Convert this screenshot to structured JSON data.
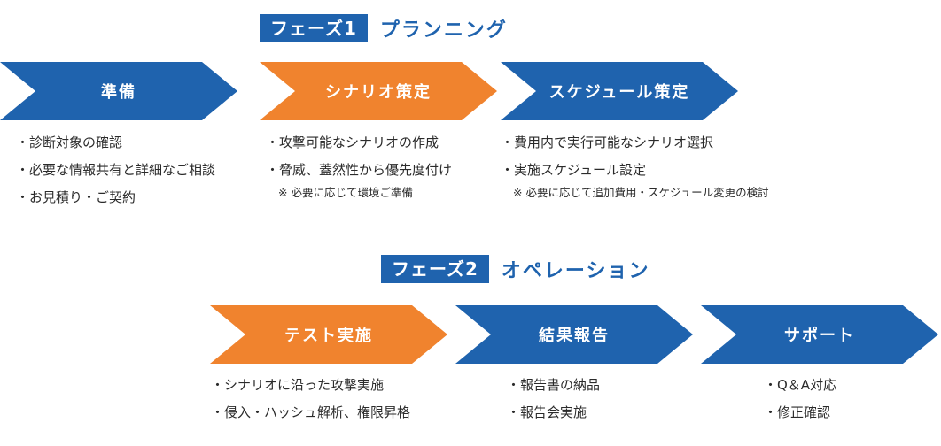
{
  "colors": {
    "blue": "#1F63AE",
    "orange": "#F0832E",
    "text": "#2B2B2B"
  },
  "phases": [
    {
      "badge": "フェーズ1",
      "title": "プランニング",
      "steps": [
        {
          "label": "準備",
          "color": "blue",
          "items": [
            "・診断対象の確認",
            "・必要な情報共有と詳細なご相談",
            "・お見積り・ご契約"
          ]
        },
        {
          "label": "シナリオ策定",
          "color": "orange",
          "items": [
            "・攻撃可能なシナリオの作成",
            "・脅威、蓋然性から優先度付け"
          ],
          "note": "※ 必要に応じて環境ご準備"
        },
        {
          "label": "スケジュール策定",
          "color": "blue",
          "items": [
            "・費用内で実行可能なシナリオ選択",
            "・実施スケジュール設定"
          ],
          "note": "※ 必要に応じて追加費用・スケジュール変更の検討"
        }
      ]
    },
    {
      "badge": "フェーズ2",
      "title": "オペレーション",
      "steps": [
        {
          "label": "テスト実施",
          "color": "orange",
          "items": [
            "・シナリオに沿った攻撃実施",
            "・侵入・ハッシュ解析、権限昇格"
          ]
        },
        {
          "label": "結果報告",
          "color": "blue",
          "items": [
            "・報告書の納品",
            "・報告会実施"
          ]
        },
        {
          "label": "サポート",
          "color": "blue",
          "items": [
            "・Q＆A対応",
            "・修正確認"
          ]
        }
      ]
    }
  ]
}
